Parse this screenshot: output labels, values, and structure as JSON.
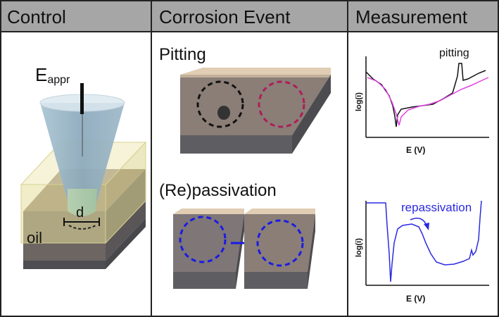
{
  "header": {
    "control": "Control",
    "corrosion_event": "Corrosion Event",
    "measurement": "Measurement"
  },
  "control": {
    "potential_symbol": "E",
    "potential_subscript": "appr",
    "diameter_label": "d",
    "oil_label": "oil"
  },
  "corrosion": {
    "pitting_title": "Pitting",
    "repassivation_title": "(Re)passivation"
  },
  "measurement": {
    "top_plot": {
      "annotation": "pitting",
      "ylabel": "log(i)",
      "xlabel": "E (V)"
    },
    "bottom_plot": {
      "annotation": "repassivation",
      "ylabel": "log(i)",
      "xlabel": "E (V)"
    }
  },
  "colors": {
    "header_bg": "#a6a6a6",
    "border": "#222222",
    "black_curve": "#111111",
    "magenta_curve": "#e040e0",
    "blue_curve": "#2a2ae0",
    "blue_circle": "#1a1ae6",
    "crimson_circle": "#b01c5a",
    "cone_fill": "#8fb0c4",
    "oil_fill": "#e8e2a6",
    "sample_top": "#8f7f72",
    "sample_side": "#5c5c5e"
  }
}
